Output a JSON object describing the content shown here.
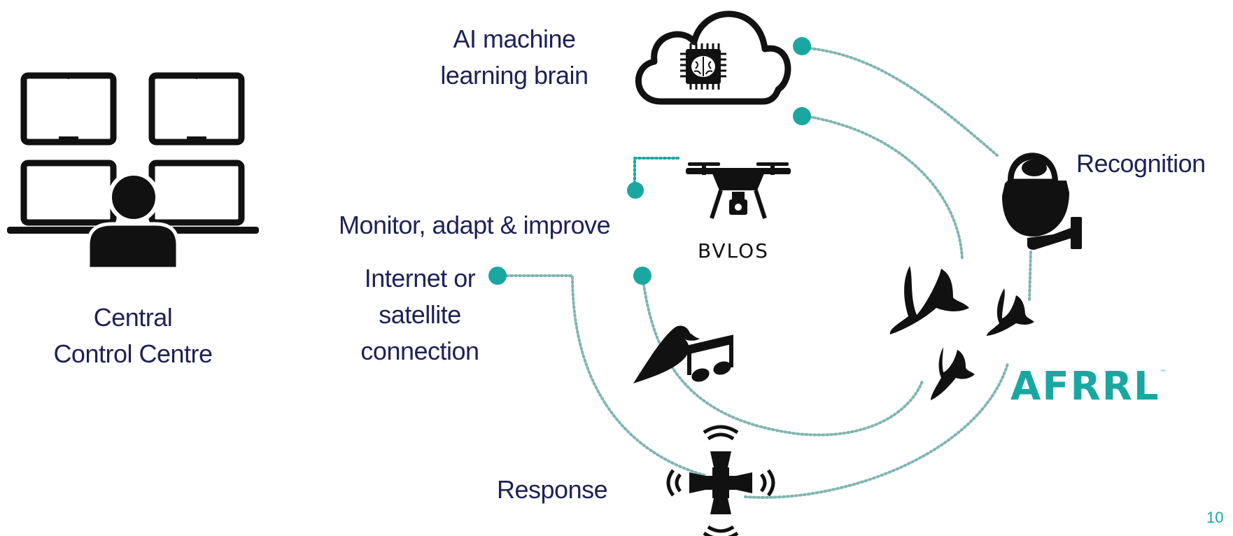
{
  "labels": {
    "ai_brain_line1": "AI machine",
    "ai_brain_line2": "learning brain",
    "recognition": "Recognition",
    "monitor": "Monitor, adapt & improve",
    "bvlos": "BVLOS",
    "internet_line1": "Internet or",
    "internet_line2": "satellite",
    "internet_line3": "connection",
    "control_line1": "Central",
    "control_line2": "Control Centre",
    "response": "Response"
  },
  "logo": {
    "text": "AFRRL",
    "trademark": "™"
  },
  "page_number": "10",
  "colors": {
    "text": "#1d2255",
    "accent": "#1aa7a2",
    "dotted_line": "#7fb5b0",
    "icon": "#111111"
  },
  "icons": [
    "monitors-operator-icon",
    "cloud-brain-chip-icon",
    "drone-icon",
    "dome-camera-icon",
    "birds-flock-icon",
    "bird-song-icon",
    "speaker-array-icon"
  ]
}
